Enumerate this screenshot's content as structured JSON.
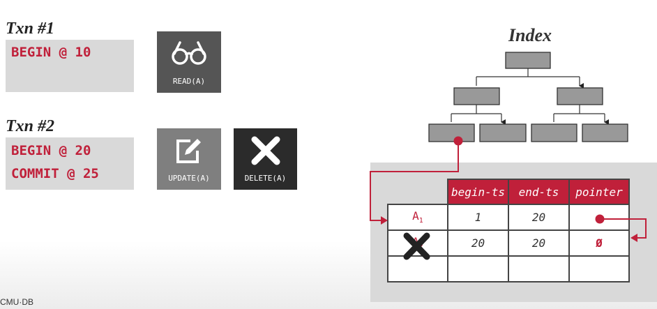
{
  "txn1": {
    "title": "Txn #1",
    "line1": "BEGIN @ 10"
  },
  "txn2": {
    "title": "Txn #2",
    "line1": "BEGIN @ 20",
    "line2": "COMMIT @ 25"
  },
  "ops": {
    "read": {
      "label": "READ(A)",
      "icon": "glasses-icon"
    },
    "update": {
      "label": "UPDATE(A)",
      "icon": "edit-icon"
    },
    "delete": {
      "label": "DELETE(A)",
      "icon": "x-icon"
    }
  },
  "index": {
    "title": "Index"
  },
  "version_table": {
    "headers": [
      "begin-ts",
      "end-ts",
      "pointer"
    ],
    "rows": [
      {
        "key": "A",
        "key_sub": "1",
        "begin": "1",
        "end": "20",
        "pointer": ""
      },
      {
        "key": "A",
        "key_sub": "2",
        "begin": "20",
        "end": "20",
        "pointer": "Ø"
      }
    ]
  },
  "colors": {
    "accent": "#c0203a",
    "box": "#d9d9d9",
    "dark_tile": "#2b2b2b",
    "read_tile": "#555555",
    "update_tile": "#7f7f7f"
  },
  "footer": {
    "logo": "CMU·DB"
  }
}
